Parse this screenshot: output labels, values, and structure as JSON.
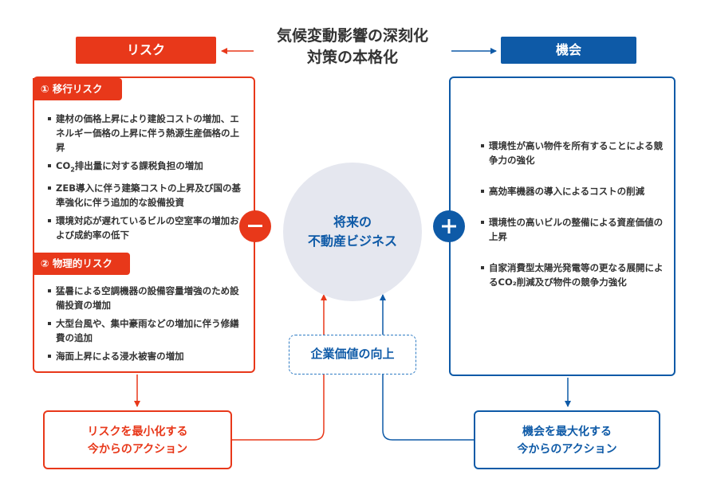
{
  "header": {
    "title_line1": "気候変動影響の深刻化",
    "title_line2": "対策の本格化"
  },
  "risk": {
    "label": "リスク",
    "sections": [
      {
        "tag": "① 移行リスク",
        "items": [
          "建材の価格上昇により建設コストの増加、エネルギー価格の上昇に伴う熱源生産価格の上昇",
          "CO₂排出量に対する課税負担の増加",
          "ZEB導入に伴う建築コストの上昇及び国の基準強化に伴う追加的な設備投資",
          "環境対応が遅れているビルの空室率の増加および成約率の低下"
        ]
      },
      {
        "tag": "② 物理的リスク",
        "items": [
          "猛暑による空調機器の設備容量増強のため設備投資の増加",
          "大型台風や、集中豪雨などの増加に伴う修繕費の追加",
          "海面上昇による浸水被害の増加"
        ]
      }
    ],
    "action_line1": "リスクを最小化する",
    "action_line2": "今からのアクション"
  },
  "opportunity": {
    "label": "機会",
    "items": [
      "環境性が高い物件を所有することによる競争力の強化",
      "高効率機器の導入によるコストの削減",
      "環境性の高いビルの整備による資産価値の上昇",
      "自家消費型太陽光発電等の更なる展開によるCO₂削減及び物件の競争力強化"
    ],
    "action_line1": "機会を最大化する",
    "action_line2": "今からのアクション"
  },
  "center": {
    "line1": "将来の",
    "line2": "不動産ビジネス",
    "value_label": "企業価値の向上"
  },
  "colors": {
    "risk": "#e8381a",
    "opportunity": "#0e5aa7",
    "circle": "#e5e7ef"
  },
  "icons": {
    "minus": "minus-icon",
    "plus": "plus-icon"
  }
}
